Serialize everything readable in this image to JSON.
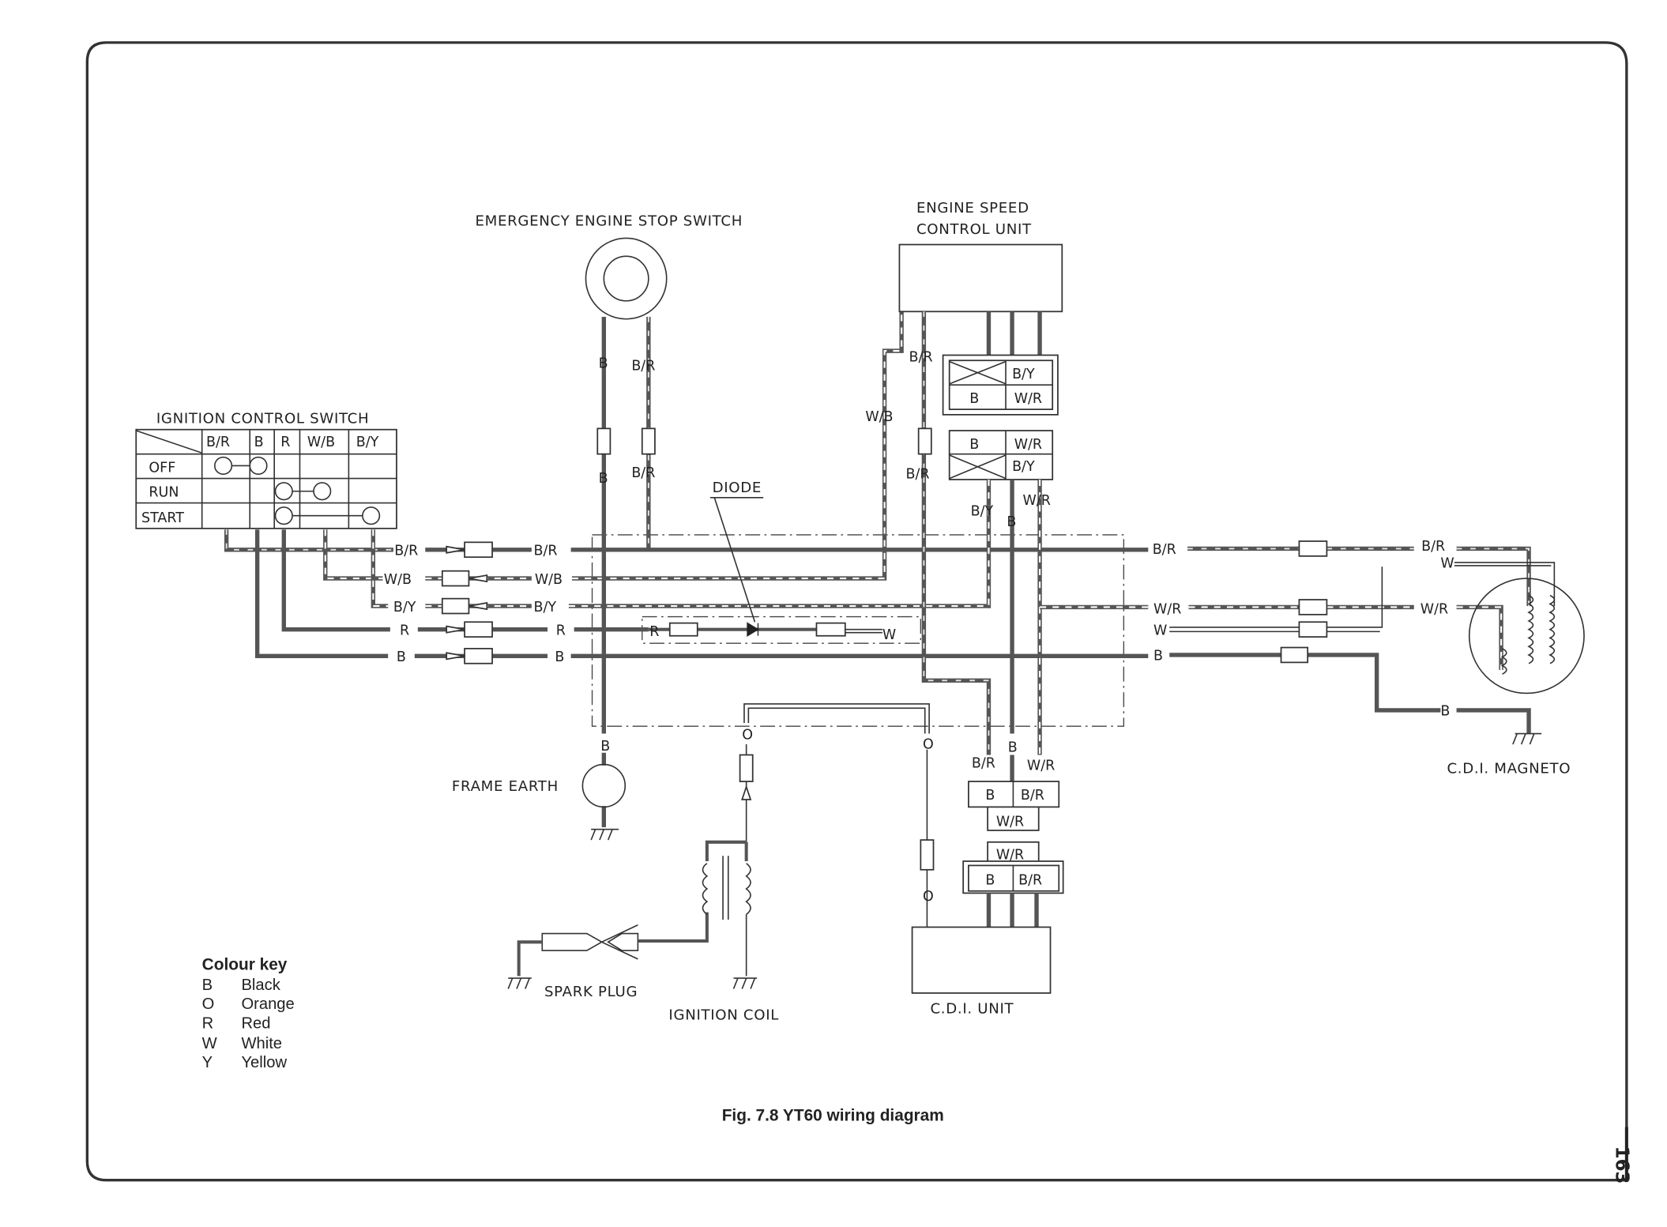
{
  "components": {
    "stop_switch": "EMERGENCY ENGINE STOP SWITCH",
    "escu_line1": "ENGINE SPEED",
    "escu_line2": "CONTROL UNIT",
    "ignition_switch": "IGNITION CONTROL SWITCH",
    "diode": "DIODE",
    "frame_earth": "FRAME EARTH",
    "spark_plug": "SPARK PLUG",
    "ignition_coil": "IGNITION COIL",
    "cdi_unit": "C.D.I. UNIT",
    "cdi_magneto": "C.D.I. MAGNETO"
  },
  "ignition_table": {
    "columns": [
      "B/R",
      "B",
      "R",
      "W/B",
      "B/Y"
    ],
    "rows": [
      "OFF",
      "RUN",
      "START"
    ]
  },
  "wire_labels": {
    "left": [
      "B/R",
      "B/R",
      "W/B",
      "W/B",
      "B/Y",
      "B/Y",
      "R",
      "R",
      "B",
      "B"
    ],
    "stop": [
      "B",
      "B/R",
      "B",
      "B/R"
    ],
    "escu": [
      "B/R",
      "W/B",
      "B/R",
      "B/Y",
      "B",
      "W/R"
    ],
    "right": [
      "B/R",
      "B/R",
      "W",
      "W/R",
      "W/R",
      "W",
      "B",
      "B"
    ],
    "diode_box": [
      "R",
      "W"
    ],
    "bottom": [
      "B",
      "O",
      "O",
      "O",
      "B/R",
      "B",
      "W/R"
    ]
  },
  "connectors": {
    "escu_upper": [
      "B/Y",
      "B",
      "W/R"
    ],
    "escu_lower": [
      "B",
      "W/R",
      "B/Y"
    ],
    "cdi_upper": [
      "B",
      "B/R",
      "W/R"
    ],
    "cdi_lower": [
      "W/R",
      "B",
      "B/R"
    ]
  },
  "colour_key": {
    "title": "Colour key",
    "entries": [
      {
        "code": "B",
        "name": "Black"
      },
      {
        "code": "O",
        "name": "Orange"
      },
      {
        "code": "R",
        "name": "Red"
      },
      {
        "code": "W",
        "name": "White"
      },
      {
        "code": "Y",
        "name": "Yellow"
      }
    ]
  },
  "caption": "Fig. 7.8 YT60 wiring diagram",
  "page_number": "163"
}
